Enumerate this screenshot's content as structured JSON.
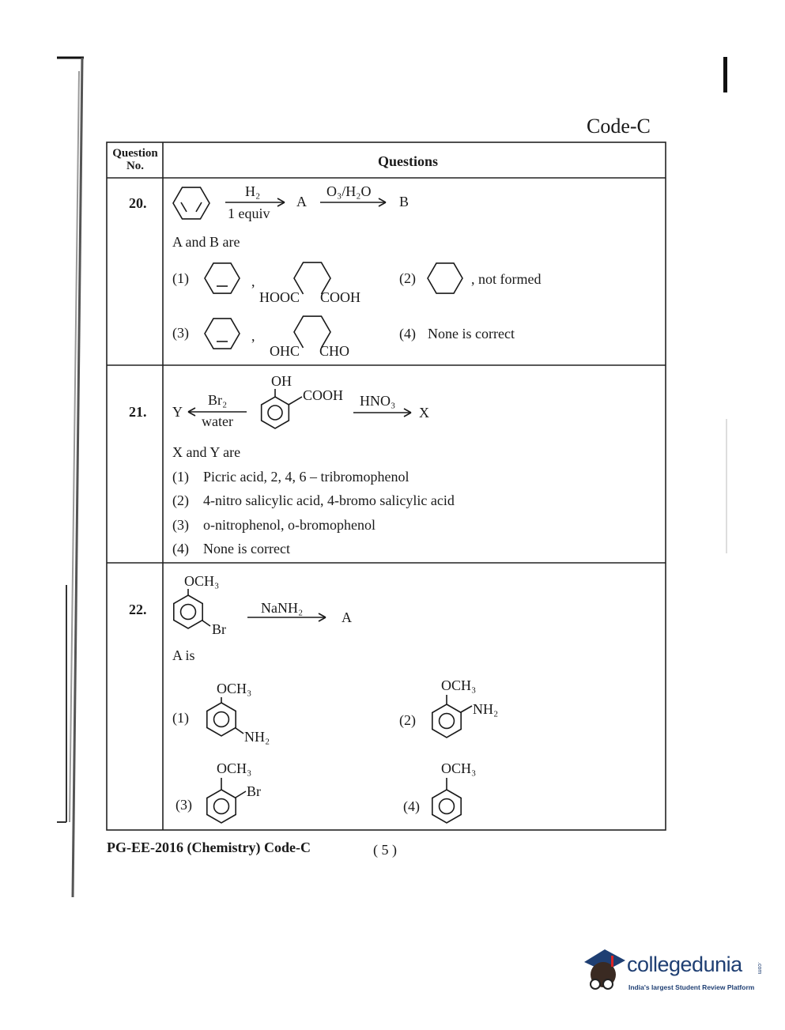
{
  "page_code": "Code-C",
  "table": {
    "header_col1": "Question No.",
    "header_col2": "Questions"
  },
  "q20": {
    "number": "20.",
    "reagent1_top": "H₂",
    "reagent1_bottom": "1 equiv",
    "product_a": "A",
    "reagent2_top": "O₃/H₂O",
    "product_b": "B",
    "prompt": "A and B are",
    "options": [
      {
        "num": "(1)",
        "sep": ",",
        "left_label": "HOOC",
        "right_label": "COOH"
      },
      {
        "num": "(2)",
        "text": ", not formed"
      },
      {
        "num": "(3)",
        "sep": ",",
        "left_label": "OHC",
        "right_label": "CHO"
      },
      {
        "num": "(4)",
        "text": "None is correct"
      }
    ]
  },
  "q21": {
    "number": "21.",
    "product_y": "Y",
    "reagent_left_top": "Br₂",
    "reagent_left_bottom": "water",
    "substituent_oh": "OH",
    "substituent_cooh": "COOH",
    "reagent_right_top": "HNO₃",
    "product_x": "X",
    "prompt": "X and Y are",
    "options": [
      {
        "num": "(1)",
        "text": "Picric acid,  2, 4, 6 – tribromophenol"
      },
      {
        "num": "(2)",
        "text": "4-nitro salicylic acid,  4-bromo salicylic acid"
      },
      {
        "num": "(3)",
        "text": "o-nitrophenol, o-bromophenol"
      },
      {
        "num": "(4)",
        "text": "None is correct"
      }
    ]
  },
  "q22": {
    "number": "22.",
    "substituent_och3": "OCH₃",
    "substituent_br": "Br",
    "reagent_top": "NaNH₂",
    "product_a": "A",
    "prompt": "A is",
    "options": [
      {
        "num": "(1)",
        "top": "OCH₃",
        "sub": "NH₂"
      },
      {
        "num": "(2)",
        "top": "OCH₃",
        "sub": "NH₂"
      },
      {
        "num": "(3)",
        "top": "OCH₃",
        "sub": "Br"
      },
      {
        "num": "(4)",
        "top": "OCH₃"
      }
    ]
  },
  "footer": {
    "title": "PG-EE-2016 (Chemistry) Code-C",
    "page": "( 5 )"
  },
  "watermark": {
    "brand": "collegedunia",
    "suffix": ".com",
    "tagline": "India's largest Student Review Platform"
  }
}
